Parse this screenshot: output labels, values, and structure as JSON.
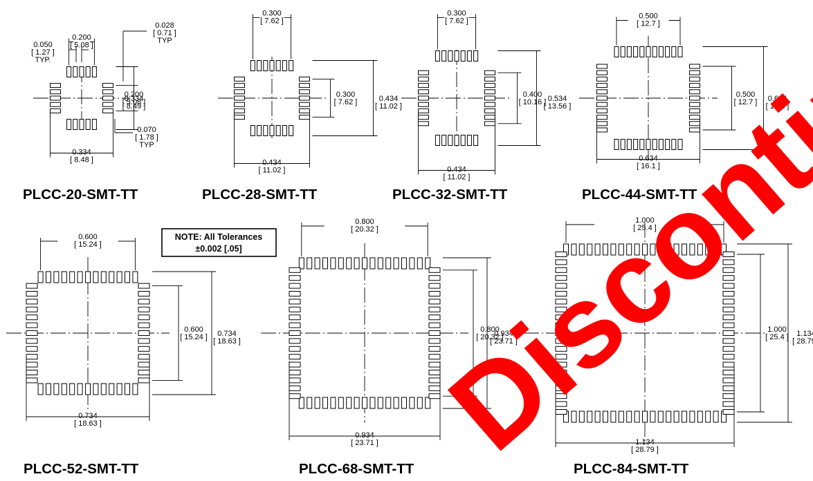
{
  "note": {
    "line1": "NOTE: All Tolerances",
    "line2": "±0.002 [.05]"
  },
  "watermark": {
    "text": "Discontinued",
    "color": "#ff0000"
  },
  "packages": [
    {
      "name": "PLCC-20-SMT-TT",
      "dims": {
        "row_span": {
          "in": "0.200",
          "mm": "[ 5.08 ]"
        },
        "pitch": {
          "in": "0.050",
          "mm": "[ 1.27 ]",
          "extra": "TYP."
        },
        "pad_width": {
          "in": "0.028",
          "mm": "[ 0.71 ]",
          "extra": "TYP"
        },
        "col_span": {
          "in": "0.200",
          "mm": "[ 5.08 ]"
        },
        "overall_h": {
          "in": "0.334",
          "mm": "[ 8.49 ]"
        },
        "pad_length": {
          "in": "0.070",
          "mm": "[ 1.78 ]",
          "extra": "TYP"
        },
        "overall_w": {
          "in": "0.334",
          "mm": "[ 8.48 ]"
        }
      }
    },
    {
      "name": "PLCC-28-SMT-TT",
      "dims": {
        "row_span": {
          "in": "0.300",
          "mm": "[ 7.62 ]"
        },
        "col_span": {
          "in": "0.300",
          "mm": "[ 7.62 ]"
        },
        "overall_h": {
          "in": "0.434",
          "mm": "[ 11.02 ]"
        },
        "overall_w": {
          "in": "0.434",
          "mm": "[ 11.02 ]"
        }
      }
    },
    {
      "name": "PLCC-32-SMT-TT",
      "dims": {
        "row_span": {
          "in": "0.300",
          "mm": "[ 7.62 ]"
        },
        "col_span": {
          "in": "0.400",
          "mm": "[ 10.16 ]"
        },
        "overall_h": {
          "in": "0.534",
          "mm": "[ 13.56 ]"
        },
        "overall_w": {
          "in": "0.434",
          "mm": "[ 11.02 ]"
        }
      }
    },
    {
      "name": "PLCC-44-SMT-TT",
      "dims": {
        "row_span": {
          "in": "0.500",
          "mm": "[ 12.7 ]"
        },
        "col_span": {
          "in": "0.500",
          "mm": "[ 12.7 ]"
        },
        "overall_h": {
          "in": "0.634",
          "mm": "[ 16.1 ]"
        },
        "overall_w": {
          "in": "0.634",
          "mm": "[ 16.1 ]"
        }
      }
    },
    {
      "name": "PLCC-52-SMT-TT",
      "dims": {
        "row_span": {
          "in": "0.600",
          "mm": "[ 15.24 ]"
        },
        "col_span": {
          "in": "0.600",
          "mm": "[ 15.24 ]"
        },
        "overall_h": {
          "in": "0.734",
          "mm": "[ 18.63 ]"
        },
        "overall_w": {
          "in": "0.734",
          "mm": "[ 18.63 ]"
        }
      }
    },
    {
      "name": "PLCC-68-SMT-TT",
      "dims": {
        "row_span": {
          "in": "0.800",
          "mm": "[ 20.32 ]"
        },
        "col_span": {
          "in": "0.800",
          "mm": "[ 20.32 ]"
        },
        "overall_h": {
          "in": "0.934",
          "mm": "[ 23.71 ]"
        },
        "overall_w": {
          "in": "0.934",
          "mm": "[ 23.71 ]"
        }
      }
    },
    {
      "name": "PLCC-84-SMT-TT",
      "dims": {
        "row_span": {
          "in": "1.000",
          "mm": "[ 25.4 ]"
        },
        "col_span": {
          "in": "1.000",
          "mm": "[ 25.4 ]"
        },
        "overall_h": {
          "in": "1.134",
          "mm": "[ 28.79 ]"
        },
        "overall_w": {
          "in": "1.134",
          "mm": "[ 28.79 ]"
        }
      }
    }
  ]
}
